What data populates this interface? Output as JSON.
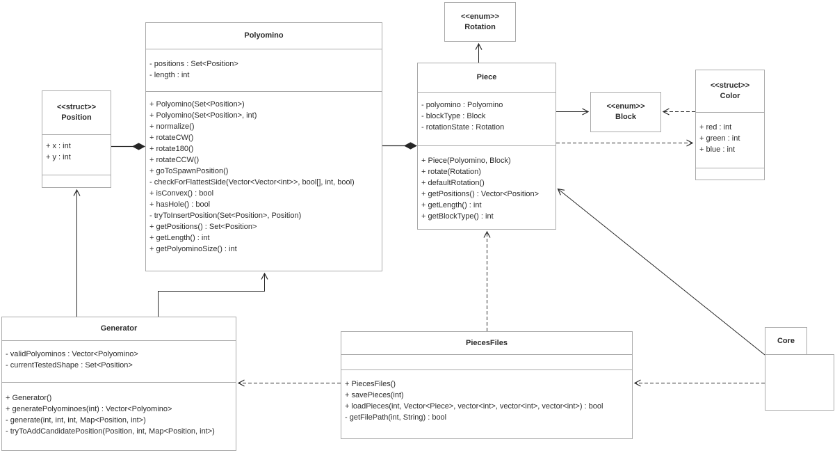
{
  "classes": [
    {
      "id": "polyomino",
      "stereotype": "",
      "name": "Polyomino",
      "attributes": [
        "- positions : Set<Position>",
        "- length : int"
      ],
      "methods": [
        "+ Polyomino(Set<Position>)",
        "+ Polyomino(Set<Position>, int)",
        "+ normalize()",
        "+ rotateCW()",
        "+ rotate180()",
        "+ rotateCCW()",
        "+ goToSpawnPosition()",
        "- checkForFlattestSide(Vector<Vector<int>>, bool[], int, bool)",
        "+ isConvex() : bool",
        "+ hasHole() : bool",
        "- tryToInsertPosition(Set<Position>, Position)",
        "+ getPositions() : Set<Position>",
        "+ getLength() : int",
        "+ getPolyominoSize() : int"
      ]
    },
    {
      "id": "rotation",
      "stereotype": "<<enum>>",
      "name": "Rotation",
      "attributes": [],
      "methods": []
    },
    {
      "id": "piece",
      "stereotype": "",
      "name": "Piece",
      "attributes": [
        "- polyomino : Polyomino",
        "- blockType : Block",
        "- rotationState : Rotation"
      ],
      "methods": [
        "+ Piece(Polyomino, Block)",
        "+ rotate(Rotation)",
        "+ defaultRotation()",
        "+ getPositions() : Vector<Position>",
        "+ getLength() : int",
        "+ getBlockType() : int"
      ]
    },
    {
      "id": "block",
      "stereotype": "<<enum>>",
      "name": "Block",
      "attributes": [],
      "methods": []
    },
    {
      "id": "color",
      "stereotype": "<<struct>>",
      "name": "Color",
      "attributes": [
        "+ red : int",
        "+ green : int",
        "+ blue : int"
      ],
      "methods": []
    },
    {
      "id": "position",
      "stereotype": "<<struct>>",
      "name": "Position",
      "attributes": [
        "+ x : int",
        "+ y : int"
      ],
      "methods": []
    },
    {
      "id": "generator",
      "stereotype": "",
      "name": "Generator",
      "attributes": [
        "- validPolyominos : Vector<Polyomino>",
        "- currentTestedShape : Set<Position>"
      ],
      "methods": [
        "+ Generator()",
        "+ generatePolyominoes(int) : Vector<Polyomino>",
        "- generate(int, int, int, Map<Position, int>)",
        "- tryToAddCandidatePosition(Position, int, Map<Position, int>)"
      ]
    },
    {
      "id": "piecesfiles",
      "stereotype": "",
      "name": "PiecesFiles",
      "attributes": [],
      "methods": [
        "+ PiecesFiles()",
        "+ savePieces(int)",
        "+ loadPieces(int, Vector<Piece>, vector<int>, vector<int>, vector<int>) : bool",
        "- getFilePath(int, String) : bool"
      ]
    },
    {
      "id": "core",
      "kind": "package",
      "stereotype": "",
      "name": "Core",
      "attributes": [],
      "methods": []
    }
  ],
  "relationships": [
    {
      "from": "Piece",
      "to": "Rotation",
      "type": "directed-association",
      "line": "solid"
    },
    {
      "from": "Piece",
      "to": "Block",
      "type": "directed-association",
      "line": "solid"
    },
    {
      "from": "Color",
      "to": "Block",
      "type": "dependency",
      "line": "dashed"
    },
    {
      "from": "Piece",
      "to": "Color",
      "type": "dependency",
      "line": "dashed"
    },
    {
      "from": "Polyomino",
      "to": "Piece",
      "type": "composition",
      "line": "solid"
    },
    {
      "from": "Position",
      "to": "Polyomino",
      "type": "composition",
      "line": "solid"
    },
    {
      "from": "Generator",
      "to": "Position",
      "type": "directed-association",
      "line": "solid"
    },
    {
      "from": "Generator",
      "to": "Polyomino",
      "type": "directed-association",
      "line": "solid"
    },
    {
      "from": "PiecesFiles",
      "to": "Piece",
      "type": "dependency",
      "line": "dashed"
    },
    {
      "from": "Core",
      "to": "Piece",
      "type": "directed-association",
      "line": "solid"
    },
    {
      "from": "PiecesFiles",
      "to": "Generator",
      "type": "dependency",
      "line": "dashed"
    },
    {
      "from": "Core",
      "to": "PiecesFiles",
      "type": "dependency",
      "line": "dashed"
    }
  ],
  "colors": {
    "box_border": "#a9a9a9",
    "edge_stroke": "#262626",
    "text": "#2b2b2b",
    "background": "#ffffff"
  }
}
